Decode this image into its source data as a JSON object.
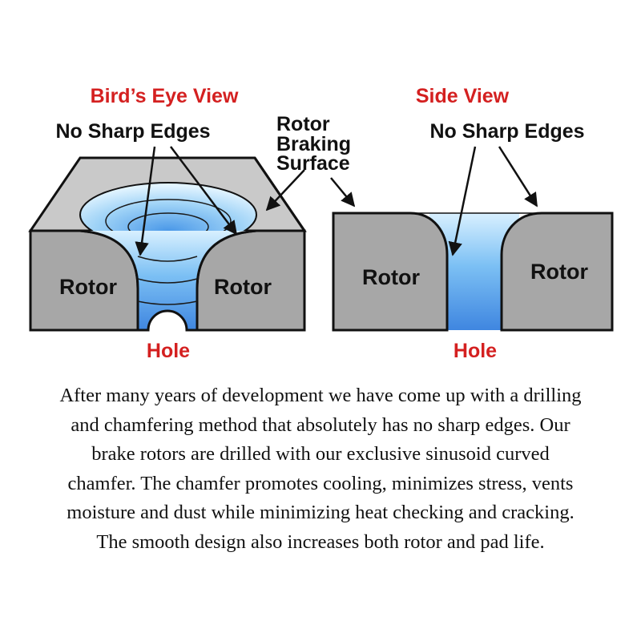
{
  "birds_eye": {
    "title": "Bird’s Eye View",
    "no_sharp_edges": "No Sharp Edges",
    "braking_surface": [
      "Rotor",
      "Braking",
      "Surface"
    ],
    "rotor_left": "Rotor",
    "rotor_right": "Rotor",
    "hole": "Hole"
  },
  "side_view": {
    "title": "Side View",
    "no_sharp_edges": "No Sharp Edges",
    "rotor_left": "Rotor",
    "rotor_right": "Rotor",
    "hole": "Hole"
  },
  "description": {
    "lines": [
      "After many years of development we have come up with a drilling",
      "and chamfering method that absolutely has no sharp edges.  Our",
      "brake rotors are drilled with our exclusive sinusoid curved",
      "chamfer. The chamfer promotes cooling, minimizes stress, vents",
      "moisture and dust while minimizing heat checking and cracking.",
      "The smooth design also increases both rotor and pad life."
    ]
  },
  "colors": {
    "label_red": "#d42020",
    "rotor_gray": "#a7a7a7",
    "surface_gray": "#c9c9c9",
    "hole_blue": "#3f8fe3",
    "hole_light": "#d8f0ff"
  }
}
